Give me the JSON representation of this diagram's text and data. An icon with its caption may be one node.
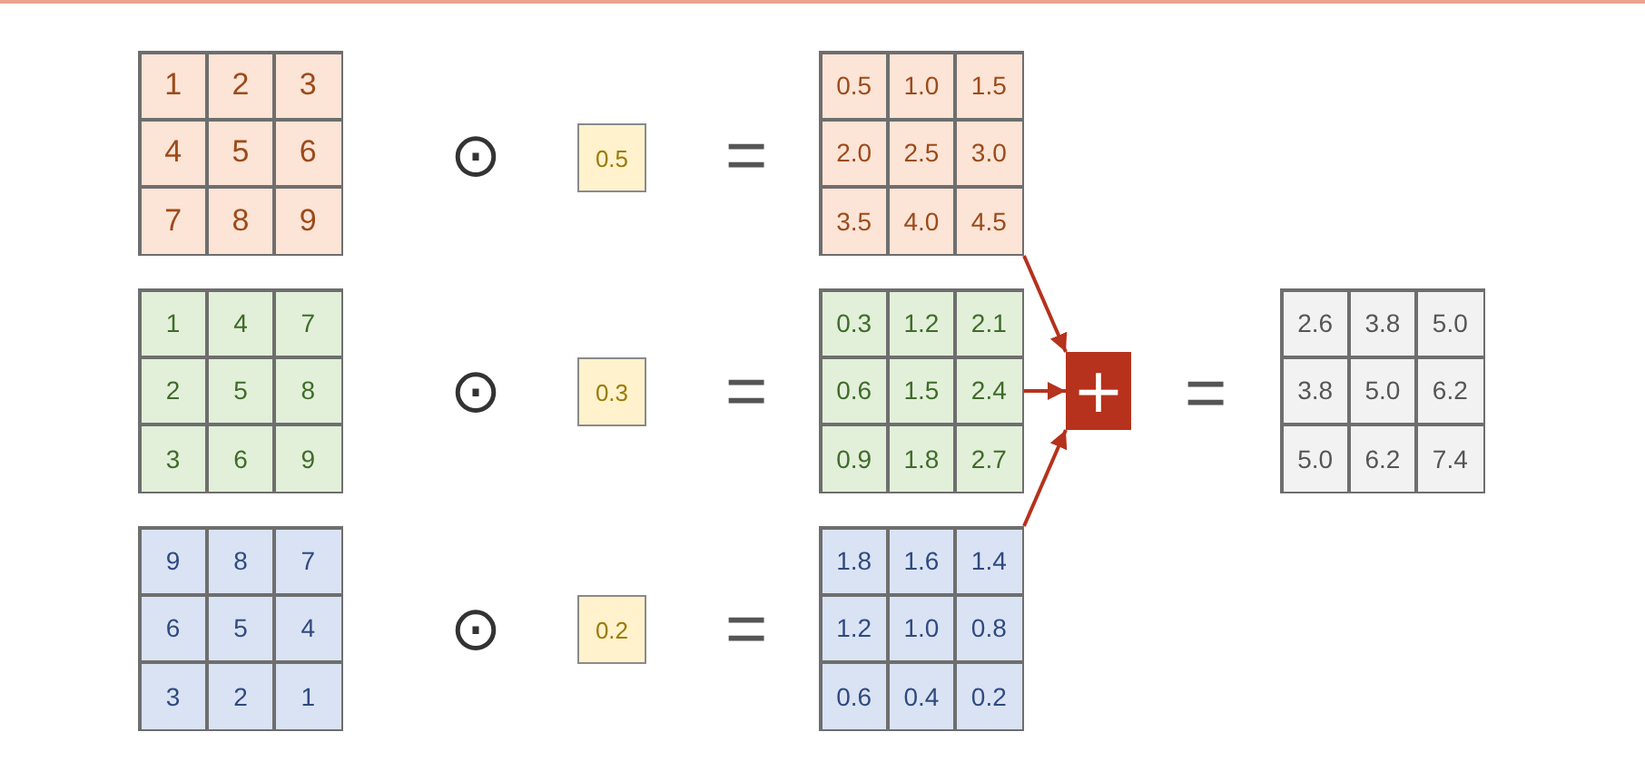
{
  "diagram": {
    "nodes": [
      {
        "text": [
          "1",
          "2",
          "3",
          "4",
          "5",
          "6",
          "7",
          "8",
          "9"
        ]
      },
      {
        "text": [
          "0.5"
        ]
      },
      {
        "text": [
          "0.5",
          "1.0",
          "1.5",
          "2.0",
          "2.5",
          "3.0",
          "3.5",
          "4.0",
          "4.5"
        ]
      },
      {
        "text": [
          "1",
          "4",
          "7",
          "2",
          "5",
          "8",
          "3",
          "6",
          "9"
        ]
      },
      {
        "text": [
          "0.3"
        ]
      },
      {
        "text": [
          "0.3",
          "1.2",
          "2.1",
          "0.6",
          "1.5",
          "2.4",
          "0.9",
          "1.8",
          "2.7"
        ]
      },
      {
        "text": [
          "+"
        ]
      },
      {
        "text": [
          "2.6",
          "3.8",
          "5.0",
          "3.8",
          "5.0",
          "6.2",
          "5.0",
          "6.2",
          "7.4"
        ]
      },
      {
        "text": [
          "9",
          "8",
          "7",
          "6",
          "5",
          "4",
          "3",
          "2",
          "1"
        ]
      },
      {
        "text": [
          "0.2"
        ]
      },
      {
        "text": [
          "1.8",
          "1.6",
          "1.4",
          "1.2",
          "1.0",
          "0.8",
          "0.6",
          "0.4",
          "0.2"
        ]
      }
    ],
    "edges": [
      {
        "from": 2,
        "to": 6,
        "arrow": "to"
      },
      {
        "from": 5,
        "to": 6,
        "arrow": "to"
      },
      {
        "from": 10,
        "to": 6,
        "arrow": "to"
      }
    ],
    "labels": [
      "⊙",
      "=",
      "⊙",
      "=",
      "=",
      "⊙",
      "="
    ]
  }
}
